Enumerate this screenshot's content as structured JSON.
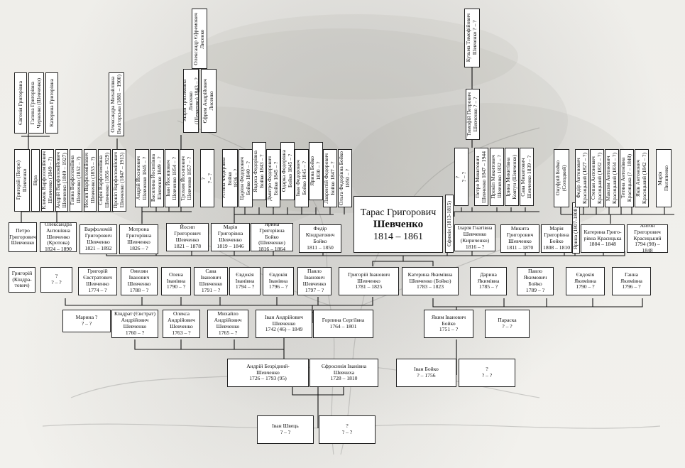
{
  "main_person": {
    "name": "Тарас Григорович",
    "surname": "Шевченко",
    "years": "1814 – 1861"
  },
  "nodes": {
    "ivan_shvets": "Іван Швець\n? – ?",
    "ivan_shvets_wife": "?\n? – ?",
    "andriy": "Андрій Безрідний-\nШевченко\n1726 – 1793 (95)",
    "yefrosyniya": "Єфросинія Іванівна\nШевчиха\n1728 – 1810",
    "ivan_boyko": "Іван Бойко\n? – 1756",
    "ivan_boyko_wife": "?\n? – ?",
    "maryna": "Марина ?\n? – ?",
    "kindrat": "Кіндрат (Євстрат)\nАндрійович\nШевченко\n1760 – ?",
    "oleksa": "Олекса\nАндрійович\nШевченко\n1763 – ?",
    "mykhailo_a": "Михайло\nАндрійович\nШевченко\n1765 – ?",
    "ivan_andr": "Іван Андрійович\nШевченко\n1742 (46) – 1849",
    "horpyna": "Горпина Сергіївна\n1764 – 1801",
    "yakym": "Яким Іванович\nБойко\n1751 – ?",
    "paraska": "Параска\n? – ?",
    "hryhoriy_k": "Григорій\n(Кіндра-\nтович)",
    "unk_a": "?\n? – ?",
    "hryhoriy_ye": "Григорій\nЄвстратович\nШевченко\n1774 – ?",
    "omelyan": "Омелян\nІванович\nШевченко\n1788 – ?",
    "olena": "Олена\nІванівна\n1790 – ?",
    "sava": "Сава\nІванович\nШевченко\n1791 – ?",
    "yevdokiya_i": "Євдокія\nІванівна\n1794 – ?",
    "yevdokiya_i2": "Євдокія\nІванівна\n1796 – ?",
    "pavlo_i": "Павло\nІванович\nШевченко\n1797 – ?",
    "hryhoriy_i": "Григорій Іванович\nШевченко\n1781 – 1825",
    "kateryna_ya": "Катерина Якимівна\nШевченко (Бойко)\n1783 – 1823",
    "daryna": "Дарина\nЯкимівна\n1785 – ?",
    "pavlo_ya": "Павло\nЯкимович\nБойко\n1789 – ?",
    "yevdokiya_ya": "Євдокія\nЯкимівна\n1790 – ?",
    "hanna_ya": "Ганна\nЯкимівна\n1796 – ?",
    "petro": "Петро\nГригорович\nШевченко",
    "oleksandra": "Олександра\nАнтонівна\nШевченко\n(Кротова)\n1824 – 1890",
    "varfolomiy": "Варфоломій\nГригорович\nШевченко\n1821 – 1892",
    "motrona": "Мотрона\nГригорівна\nШевченко\n1826 – ?",
    "yosyp": "Йосип\nГригорович\nШевченко\n1821 – 1878",
    "mariya_h": "Марія\nГригорівна\nШевченко\n1819 – 1846",
    "yaryna": "Ярина Григорівна\nБойко\n(Шевченко)\n1816 – 1864",
    "fedir": "Федір\nКіндратович\nБойко\n1811 – 1850",
    "yefymiya_v": "Єфимія (1813-1815)",
    "ilariya": "Іларія Гнатівна\nШевченко\n(Кириченко)\n1816 – ?",
    "mykyta": "Микита\nГригорович\nШевченко\n1811 – 1870",
    "mariya_b": "Марія\nГригорівна\nБойко\n1808 – 1810",
    "yaryna_v": "Ярина (1807-1808)",
    "kateryna_kr": "Катерина Григо-\nрівна Красицька\n1804 – 1848",
    "anton": "Антон\nГригорович\nКрасицький\n1794 (98) – 1848",
    "v_hryhoriy_p": "Григорій (Петро)\nШевченко",
    "v_vira": "Віра",
    "v_klymok": "Климок Варфоломійович\nШевченко (1849 – ?)",
    "v_andriy_v": "Андрій Варфоломійович\nШевченко (1849 – 1927)",
    "v_hanna_v": "Ганна Варфоломіївна\nШевченко (1852 – ?)",
    "v_yosyp_v": "Йосип Варфоломійович\nШевченко (1853 – ?)",
    "v_sofiya_v": "Софія Варфоломіївна\nШевченко (1856 – 1929)",
    "v_prokip_v": "Прокіп Варфоломійович\nШевченко (1847 – 1913)",
    "v_andriy_y": "Андрій Йосипович\nШевченко 1845 – ?",
    "v_vasylyna_y": "Василина Йосипівна\nШевченко 1849 – ?",
    "v_ivan_y": "Іван Йосипович\nШевченко 1854 – ?",
    "v_trokhym_y": "Трохим Йосипович\nШевченко 1857 – ?",
    "v_unk_y": "?\n? – ?",
    "v_ustyna": "Устина Федорівна Бойко\n1836 – ?",
    "v_tsarion": "Царіон Федорович\nБойко 1840 – ?",
    "v_yavdokha": "Явдоха Федорівна\nБойко 1843 – ?",
    "v_dmytro": "Дмитро Федорович\nБойко 1845 – ?",
    "v_odarka": "Одарка Федорівна\nБойко 1845 – ?",
    "v_ivan_f": "Іван Федорович\nБойко 1845 – ?",
    "v_yaryna_f": "Ярина Бойко\n1830 – ?",
    "v_lavrentiy": "Лаврентій Федорович\nБойко 1847 – ?",
    "v_olha": "Ольга Федорівна Бойко\n1850 – ?",
    "v_unk_m": "?\n? – ?",
    "v_petro_m": "Петро Микитович\nШевченко 1847 – 1944",
    "v_prokip_m": "Прокіп Микитович\nШевченко 1832 – ?",
    "v_iryna_m": "Ірина Микитівна\nКовтун (Шевченко)",
    "v_sava_m": "Сава Микитович\nШевченко 1839 – ?",
    "v_onufriy": "Онуфрій Бойко\n(Солодкий)",
    "v_fedir_a": "Федір Антонович\nКрасицький (1827 – ?)",
    "v_stepan_a": "Степан Антонович\nКрасицький (1832 – ?)",
    "v_maksym_a": "Максим Антонович\nКрасицький (1834 – ?)",
    "v_tetyana_a": "Тетяна Антонівна\nКрасицька (? – 1848)",
    "v_yakiv_a": "Яків Антонович\nКрасицький (1842 – ?)",
    "v_mariya_p": "Марія\nПилипенко",
    "v_yevheniya": "Євгенія Григорівна",
    "v_halyna": "Галина Григорівна\nЧерненко (Шевченко)",
    "v_kateryna_g": "Катерина Григорівна",
    "v_oleksandra_m": "Олександра Михайлівна\nВелігорська (1881 – 1900)",
    "v_mariya_tr": "Марія Трохимівна Лисенко\n(Шевченко) 1843 – ?",
    "v_oleksandr_ye": "Олександр Єфремович\nЛисенко",
    "v_yefrem_a": "Єфрем Андрійович\nЛисенко",
    "v_tymofiy": "Тимофій Петрович\nШевченко ? – ?",
    "v_kuzma": "Кузьма Тимофійович\nШевченко ? – ?",
    "v_unk_top": "?\n? – ?"
  }
}
